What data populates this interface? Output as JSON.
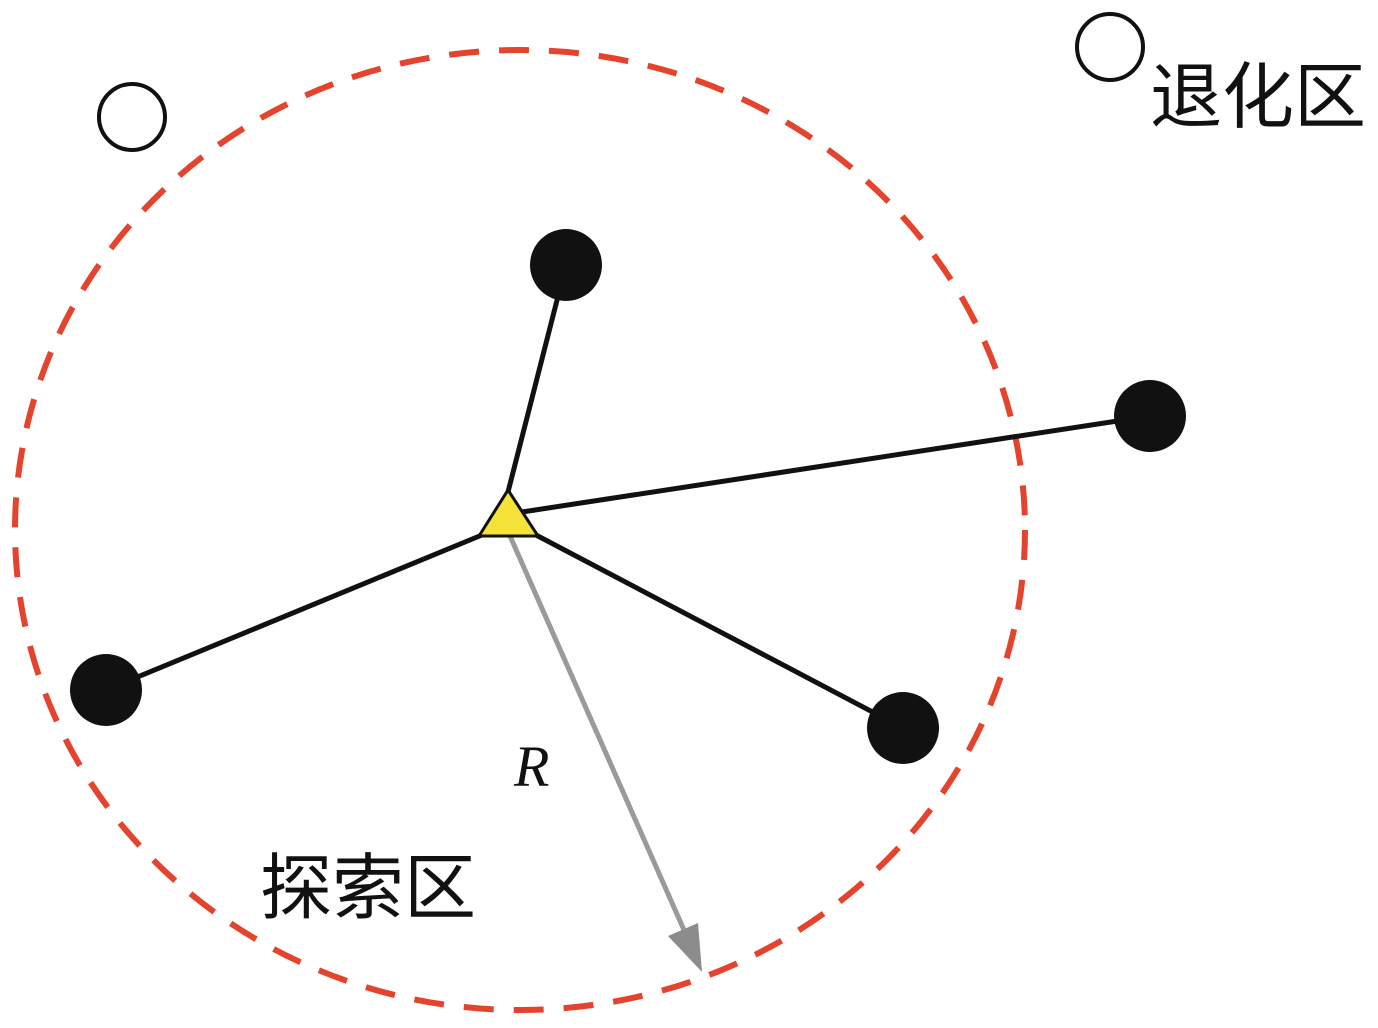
{
  "labels": {
    "degeneration_zone": "退化区",
    "exploration_zone": "探索区",
    "radius": "R"
  },
  "colors": {
    "boundary": "#e4432d",
    "center_marker": "#f5e33a",
    "edge": "#111111",
    "radius_arrow": "#9a9a9a",
    "node_filled": "#111111",
    "node_hollow": "#ffffff"
  }
}
